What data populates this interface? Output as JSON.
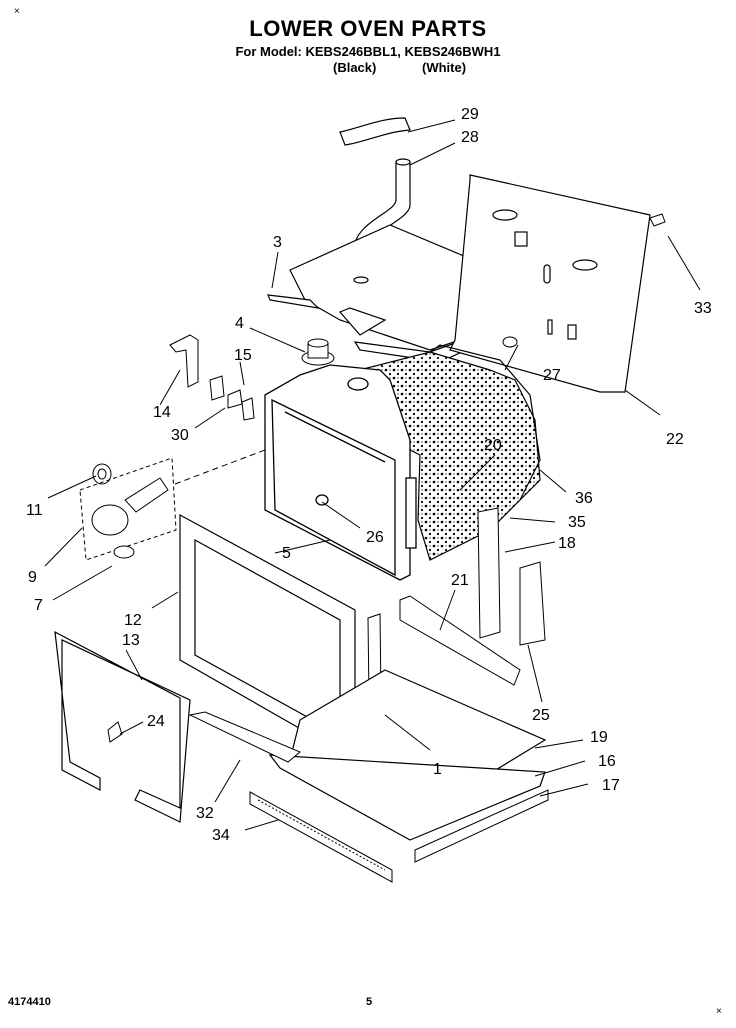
{
  "header": {
    "title": "LOWER OVEN PARTS",
    "model_line": "For Model: KEBS246BBL1, KEBS246BWH1",
    "color_black": "(Black)",
    "color_white": "(White)"
  },
  "footer": {
    "doc_number": "4174410",
    "page_number": "5"
  },
  "corner_marks": [
    "×",
    "×"
  ],
  "callouts": [
    "1",
    "3",
    "4",
    "5",
    "7",
    "9",
    "11",
    "12",
    "13",
    "14",
    "15",
    "16",
    "17",
    "18",
    "19",
    "20",
    "21",
    "22",
    "24",
    "25",
    "26",
    "27",
    "28",
    "29",
    "30",
    "32",
    "33",
    "34",
    "35",
    "36"
  ]
}
